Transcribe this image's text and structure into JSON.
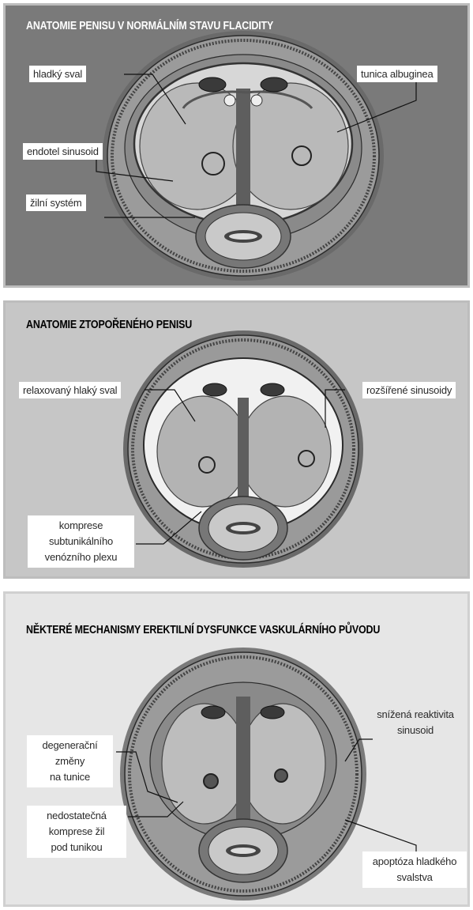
{
  "panels": [
    {
      "title": "ANATOMIE PENISU V NORMÁLNÍM STAVU FLACIDITY",
      "labels": {
        "smooth_muscle": "hladký sval",
        "tunica": "tunica albuginea",
        "endothelium": "endotel sinusoid",
        "venous": "žilní systém"
      }
    },
    {
      "title": "ANATOMIE ZTOPOŘENÉHO PENISU",
      "labels": {
        "relaxed_muscle": "relaxovaný hlaký sval",
        "dilated_sinusoids": "rozšířené sinusoidy",
        "compression": [
          "komprese",
          "subtunikálního",
          "venózního plexu"
        ]
      }
    },
    {
      "title": "NĚKTERÉ MECHANISMY EREKTILNÍ DYSFUNKCE VASKULÁRNÍHO PŮVODU",
      "labels": {
        "reduced_reactivity": [
          "snížená reaktivita",
          "sinusoid"
        ],
        "degenerative": [
          "degenerační",
          "změny",
          "na tunice"
        ],
        "insufficient": [
          "nedostatečná",
          "komprese žil",
          "pod tunikou"
        ],
        "apoptosis": [
          "apoptóza hladkého",
          "svalstva"
        ]
      }
    }
  ],
  "colors": {
    "panel1_bg": "#7a7a7a",
    "panel2_bg": "#c6c6c6",
    "panel3_bg": "#e6e6e6",
    "tissue_dark": "#555555",
    "tissue_light": "#cfcfcf"
  }
}
